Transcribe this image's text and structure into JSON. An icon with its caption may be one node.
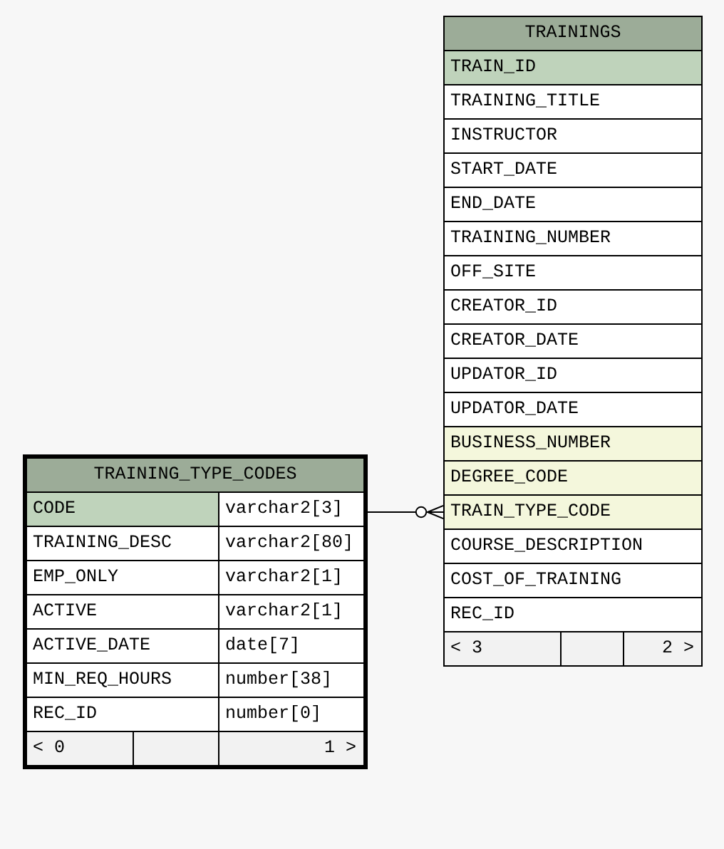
{
  "diagram": {
    "nodes": [
      {
        "text": [
          "TRAININGS"
        ]
      },
      {
        "text": [
          "TRAIN_ID"
        ],
        "in": 0
      },
      {
        "text": [
          "TRAINING_TITLE"
        ],
        "in": 0
      },
      {
        "text": [
          "INSTRUCTOR"
        ],
        "in": 0
      },
      {
        "text": [
          "START_DATE"
        ],
        "in": 0
      },
      {
        "text": [
          "END_DATE"
        ],
        "in": 0
      },
      {
        "text": [
          "TRAINING_NUMBER"
        ],
        "in": 0
      },
      {
        "text": [
          "OFF_SITE"
        ],
        "in": 0
      },
      {
        "text": [
          "CREATOR_ID"
        ],
        "in": 0
      },
      {
        "text": [
          "CREATOR_DATE"
        ],
        "in": 0
      },
      {
        "text": [
          "UPDATOR_ID"
        ],
        "in": 0
      },
      {
        "text": [
          "UPDATOR_DATE"
        ],
        "in": 0
      },
      {
        "text": [
          "BUSINESS_NUMBER"
        ],
        "in": 0
      },
      {
        "text": [
          "DEGREE_CODE"
        ],
        "in": 0
      },
      {
        "text": [
          "TRAIN_TYPE_CODE"
        ],
        "in": 0
      },
      {
        "text": [
          "COURSE_DESCRIPTION"
        ],
        "in": 0
      },
      {
        "text": [
          "COST_OF_TRAINING"
        ],
        "in": 0
      },
      {
        "text": [
          "REC_ID"
        ],
        "in": 0
      },
      {
        "text": [
          "< 3",
          "2 >"
        ],
        "in": 0
      },
      {
        "text": [
          "TRAINING_TYPE_CODES"
        ]
      },
      {
        "text": [
          "CODE",
          "varchar2[3]"
        ],
        "in": 19
      },
      {
        "text": [
          "TRAINING_DESC",
          "varchar2[80]"
        ],
        "in": 19
      },
      {
        "text": [
          "EMP_ONLY",
          "varchar2[1]"
        ],
        "in": 19
      },
      {
        "text": [
          "ACTIVE",
          "varchar2[1]"
        ],
        "in": 19
      },
      {
        "text": [
          "ACTIVE_DATE",
          "date[7]"
        ],
        "in": 19
      },
      {
        "text": [
          "MIN_REQ_HOURS",
          "number[38]"
        ],
        "in": 19
      },
      {
        "text": [
          "REC_ID",
          "number[0]"
        ],
        "in": 19
      },
      {
        "text": [
          "< 0",
          "1 >"
        ],
        "in": 19
      }
    ],
    "edges": [
      {
        "from": 20,
        "to": 14,
        "arrow": "other"
      }
    ]
  }
}
